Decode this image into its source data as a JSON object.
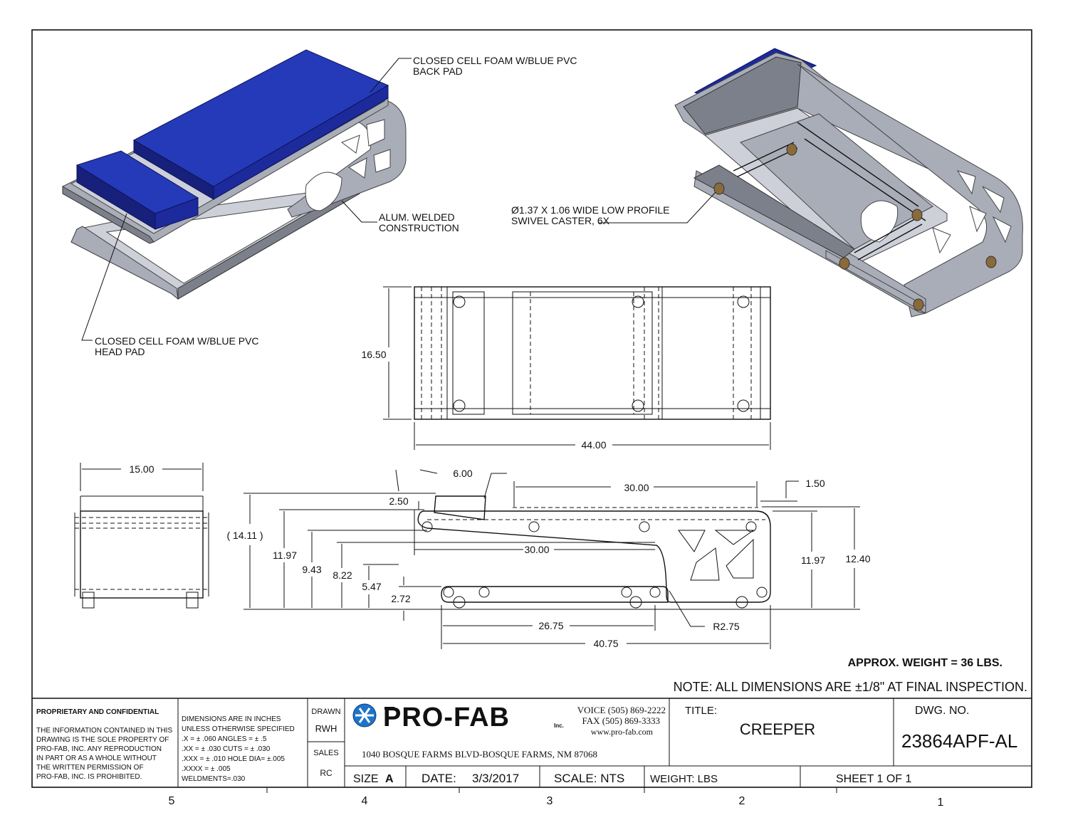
{
  "callouts": {
    "back_pad": [
      "CLOSED CELL FOAM W/BLUE PVC",
      "BACK PAD"
    ],
    "welded": [
      "ALUM. WELDED",
      "CONSTRUCTION"
    ],
    "head_pad": [
      "CLOSED CELL FOAM W/BLUE PVC",
      "HEAD PAD"
    ],
    "caster": [
      "Ø1.37 X 1.06 WIDE LOW PROFILE",
      "SWIVEL CASTER, 6X"
    ]
  },
  "dimensions": {
    "top_height": "16.50",
    "top_length": "44.00",
    "end_width": "15.00",
    "side_6": "6.00",
    "side_30_top": "30.00",
    "side_150": "1.50",
    "side_250": "2.50",
    "side_1411": "( 14.11 )",
    "side_1197_left": "11.97",
    "side_943": "9.43",
    "side_822": "8.22",
    "side_30_mid": "30.00",
    "side_547": "5.47",
    "side_272": "2.72",
    "side_2675": "26.75",
    "side_r275": "R2.75",
    "side_4075": "40.75",
    "side_1197_right": "11.97",
    "side_1240": "12.40"
  },
  "notes": {
    "weight": "APPROX. WEIGHT = 36 LBS.",
    "tolerance": "NOTE: ALL DIMENSIONS ARE ±1/8\" AT FINAL INSPECTION."
  },
  "title_block": {
    "proprietary_heading": "PROPRIETARY AND CONFIDENTIAL",
    "proprietary_lines": [
      "THE INFORMATION CONTAINED IN THIS",
      "DRAWING IS THE SOLE PROPERTY OF",
      "PRO-FAB, INC.  ANY REPRODUCTION",
      "IN PART OR AS A WHOLE WITHOUT",
      "THE WRITTEN PERMISSION OF",
      "PRO-FAB, INC. IS PROHIBITED."
    ],
    "tolerance_lines": [
      "DIMENSIONS ARE IN INCHES",
      "UNLESS OTHERWISE SPECIFIED",
      ".X = ± .060       ANGLES = ± .5",
      ".XX = ± .030      CUTS = ± .030",
      ".XXX = ± .010   HOLE DIA= ±.005",
      ".XXXX = ± .005",
      "WELDMENTS=.030"
    ],
    "drawn_label": "DRAWN",
    "drawn_by": "RWH",
    "sales_label": "SALES",
    "sales_by": "RC",
    "company_name": "PRO-FAB",
    "company_suffix": "Inc.",
    "voice": "VOICE (505) 869-2222",
    "fax": "FAX (505) 869-3333",
    "web": "www.pro-fab.com",
    "address": "1040 BOSQUE FARMS BLVD-BOSQUE FARMS, NM 87068",
    "title_label": "TITLE:",
    "title": "CREEPER",
    "dwg_label": "DWG.  NO.",
    "dwg_no": "23864APF-AL",
    "size_label": "SIZE",
    "size": "A",
    "date_label": "DATE:",
    "date": "3/3/2017",
    "scale": "SCALE: NTS",
    "weight": "WEIGHT:  LBS",
    "sheet": "SHEET 1 OF 1"
  },
  "zones": [
    "5",
    "4",
    "3",
    "2",
    "1"
  ],
  "colors": {
    "pad_blue": "#1d2a9c",
    "logo_blue": "#1e73c8",
    "frame_metal": "#a9adb8"
  },
  "icons": {
    "logo": "pro-fab-logo-icon"
  }
}
